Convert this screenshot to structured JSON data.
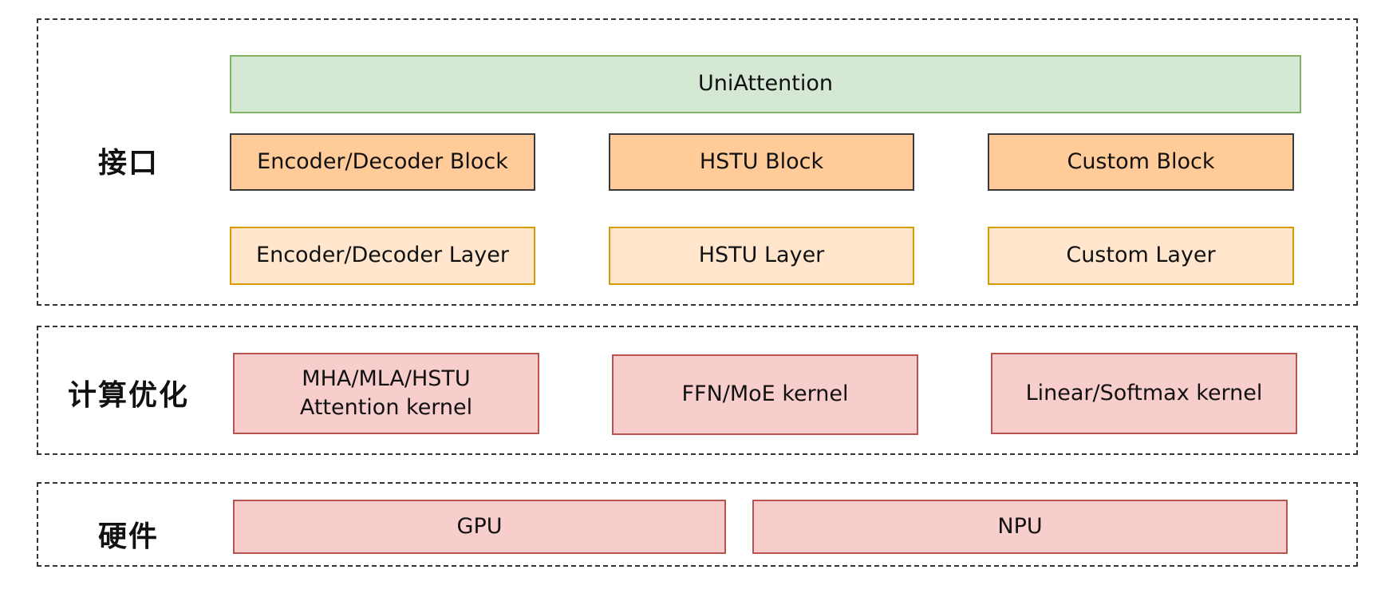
{
  "sections": {
    "interface": {
      "label": "接口",
      "uniattention": "UniAttention",
      "blocks": [
        "Encoder/Decoder Block",
        "HSTU Block",
        "Custom Block"
      ],
      "layers": [
        "Encoder/Decoder Layer",
        "HSTU Layer",
        "Custom Layer"
      ]
    },
    "compute": {
      "label": "计算优化",
      "kernels": [
        "MHA/MLA/HSTU\nAttention kernel",
        "FFN/MoE kernel",
        "Linear/Softmax kernel"
      ]
    },
    "hardware": {
      "label": "硬件",
      "devices": [
        "GPU",
        "NPU"
      ]
    }
  },
  "colors": {
    "uniattention_fill": "#d5e8d4",
    "uniattention_border": "#82b366",
    "block_fill": "#ffcc99",
    "block_border": "#36393d",
    "layer_fill": "#ffe6cc",
    "layer_border": "#d79b00",
    "kernel_fill": "#f8cecc",
    "kernel_border": "#b85450"
  }
}
